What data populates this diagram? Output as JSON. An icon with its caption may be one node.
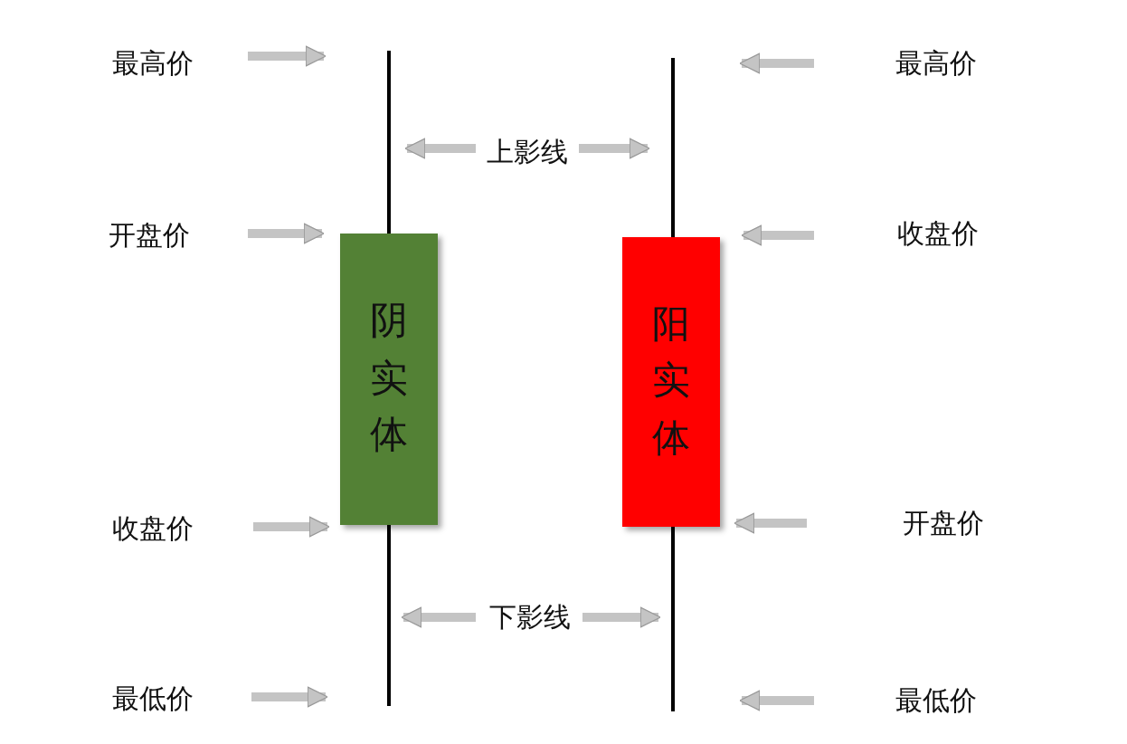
{
  "diagram": {
    "nodes": [
      {
        "text": [
          "最高价"
        ]
      },
      {
        "text": [
          "最高价"
        ]
      },
      {
        "text": [
          "上影线"
        ]
      },
      {
        "text": [
          "开盘价"
        ]
      },
      {
        "text": [
          "收盘价"
        ]
      },
      {
        "text": [
          "阴实体"
        ]
      },
      {
        "text": [
          "阳实体"
        ]
      },
      {
        "text": [
          "收盘价"
        ]
      },
      {
        "text": [
          "开盘价"
        ]
      },
      {
        "text": [
          "下影线"
        ]
      },
      {
        "text": [
          "最低价"
        ]
      },
      {
        "text": [
          "最低价"
        ]
      }
    ]
  }
}
